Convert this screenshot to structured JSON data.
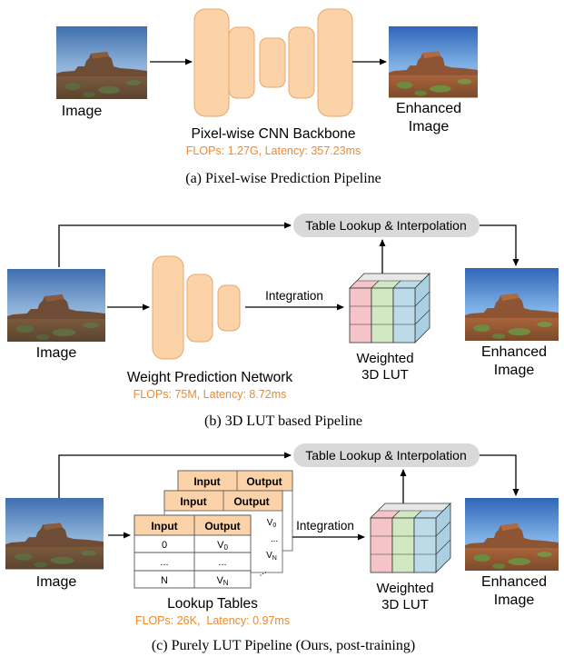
{
  "colors": {
    "block_fill": "#fcd3a8",
    "block_stroke": "#e7a769",
    "orange_text": "#ec8a2c",
    "lookup_pill": "#d9d9d9",
    "lut_red": "#f4c4c9",
    "lut_green": "#d1e8c2",
    "lut_blue": "#bcdbe9"
  },
  "panel_a": {
    "input_label": "Image",
    "backbone_label": "Pixel-wise CNN Backbone",
    "backbone_stats": "FLOPs: 1.27G, Latency: 357.23ms",
    "output_label_line1": "Enhanced",
    "output_label_line2": "Image",
    "caption": "(a) Pixel-wise Prediction Pipeline"
  },
  "panel_b": {
    "lookup_label": "Table Lookup & Interpolation",
    "input_label": "Image",
    "integration_label": "Integration",
    "network_label": "Weight Prediction Network",
    "network_stats": "FLOPs: 75M, Latency: 8.72ms",
    "lut_label_line1": "Weighted",
    "lut_label_line2": "3D LUT",
    "output_label_line1": "Enhanced",
    "output_label_line2": "Image",
    "caption": "(b) 3D LUT based Pipeline"
  },
  "panel_c": {
    "lookup_label": "Table Lookup & Interpolation",
    "input_label": "Image",
    "integration_label": "Integration",
    "table_header_input": "Input",
    "table_header_output": "Output",
    "table_rows": [
      {
        "input": "0",
        "output": "V",
        "sub": "0"
      },
      {
        "input": "...",
        "output": "...",
        "sub": ""
      },
      {
        "input": "N",
        "output": "V",
        "sub": "N"
      }
    ],
    "back_table_peek": [
      {
        "output": "V",
        "sub": "0"
      },
      {
        "output": "...",
        "sub": ""
      },
      {
        "output": "V",
        "sub": "N"
      }
    ],
    "ellipsis": "...",
    "tables_label": "Lookup Tables",
    "tables_stats": "FLOPs: 26K,  Latency: 0.97ms",
    "lut_label_line1": "Weighted",
    "lut_label_line2": "3D LUT",
    "output_label_line1": "Enhanced",
    "output_label_line2": "Image",
    "caption": "(c) Purely LUT Pipeline (Ours, post-training)"
  }
}
